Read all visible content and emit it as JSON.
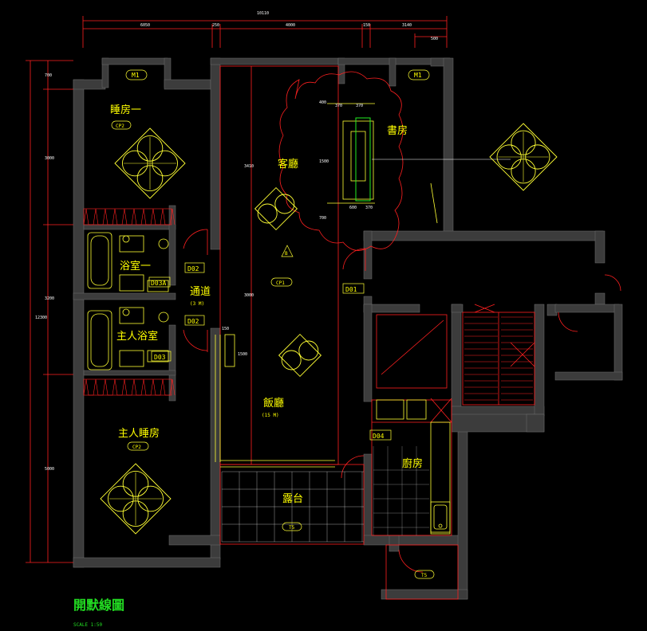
{
  "rooms": {
    "bedroom1": "睡房一",
    "bath1": "浴室一",
    "corridor": "通道",
    "master_bath": "主人浴室",
    "master_bedroom": "主人睡房",
    "living": "客廳",
    "study": "書房",
    "dining": "飯廳",
    "kitchen": "廚房",
    "balcony": "露台"
  },
  "codes": {
    "m1_left": "M1",
    "m1_right": "M1",
    "cp2_top": "CP2",
    "cp2_bottom": "CP2",
    "cp1": "CP1",
    "d02_top": "D02",
    "d02_bottom": "D02",
    "d03a": "D03A",
    "d03": "D03",
    "d01": "D01",
    "d04": "D04",
    "t5_balcony": "T5",
    "t5_bottom": "T5",
    "marker_b": "B"
  },
  "sub_labels": {
    "corridor_area": "(3 M)",
    "dining_area": "(15 M)"
  },
  "dimensions": {
    "overall_width": "10110",
    "seg1": "6050",
    "seg2": "250",
    "seg3": "4000",
    "seg4": "150",
    "seg5": "3140",
    "seg6": "500",
    "overall_height": "12300",
    "v1": "700",
    "v2": "3000",
    "v3": "3200",
    "v4": "5000",
    "mid1": "3410",
    "mid2": "3000",
    "desk_w1": "370",
    "desk_w2": "370",
    "desk_h1": "400",
    "desk_h2": "1500",
    "desk_h3": "700",
    "desk_b1": "600",
    "desk_b2": "370",
    "col1": "150",
    "col2": "1500"
  },
  "title": "開默線圖",
  "scale": "SCALE 1:50"
}
